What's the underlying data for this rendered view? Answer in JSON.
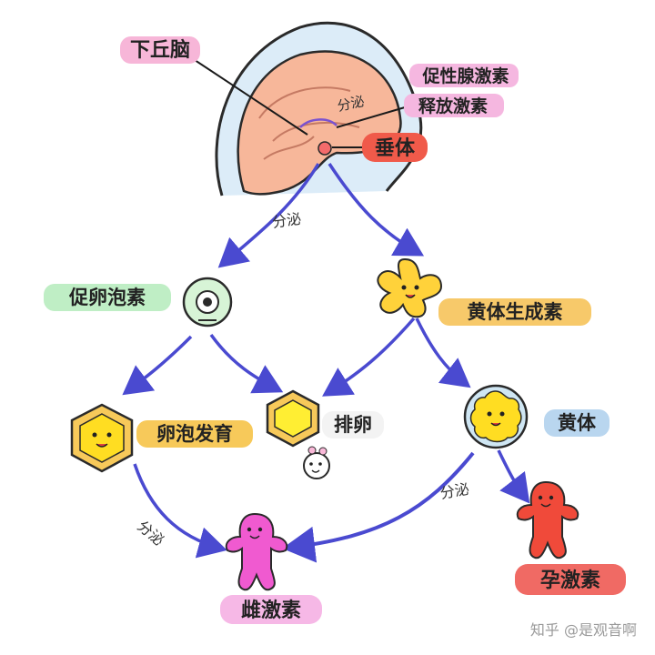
{
  "labels": {
    "hypothalamus": "下丘脑",
    "gnrh_line1": "促性腺激素",
    "gnrh_line2": "释放激素",
    "secrete_top": "分泌",
    "pituitary": "垂体",
    "secrete_mid": "分泌",
    "fsh": "促卵泡素",
    "lh": "黄体生成素",
    "follicle_dev": "卵泡发育",
    "ovulation": "排卵",
    "corpus_luteum": "黄体",
    "secrete_right": "分泌",
    "secrete_left": "分泌",
    "estrogen": "雌激素",
    "progesterone": "孕激素"
  },
  "watermark": "知乎 @是观音啊",
  "colors": {
    "arrow": "#4a4ad0",
    "hypothalamus_hl": "#f7b6d8",
    "gnrh_hl": "#f5b7e0",
    "pituitary_hl": "#f05a4a",
    "fsh_hl": "#bfeec5",
    "lh_hl": "#f7c96a",
    "follicle_hl": "#f7c95a",
    "ovulation_hl": "#f3f3f3",
    "corpus_luteum_hl": "#b9d6ef",
    "estrogen_hl": "#f6b8e6",
    "progesterone_hl": "#f06a64",
    "estrogen_figure": "#f05ad0",
    "progesterone_figure": "#f04a3a",
    "brain": "#f7b79a",
    "follicle_yellow": "#ffdd22"
  },
  "icons": [
    "brain-icon",
    "follicle-cell-icon",
    "lh-star-icon",
    "hexagon-follicle-icon",
    "hexagon-egg-icon",
    "egg-cell-icon",
    "corpus-luteum-icon",
    "estrogen-figure-icon",
    "progesterone-figure-icon"
  ]
}
